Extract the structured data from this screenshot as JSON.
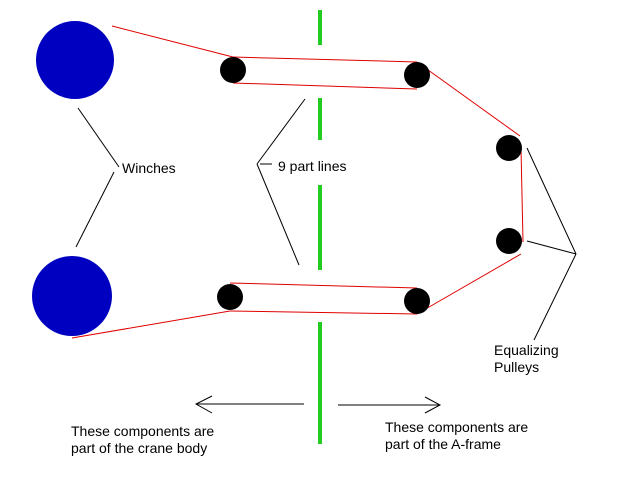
{
  "labels": {
    "winches": "Winches",
    "part_lines": "9 part lines",
    "equalizing_line1": "Equalizing",
    "equalizing_line2": "Pulleys",
    "crane_body_line1": "These components are",
    "crane_body_line2": "part of the crane body",
    "a_frame_line1": "These components are",
    "a_frame_line2": "part of the A-frame"
  },
  "colors": {
    "winch": "#0000c0",
    "pulley": "#000000",
    "rope": "#e00000",
    "divider": "#22cc22",
    "pointer": "#000000"
  }
}
